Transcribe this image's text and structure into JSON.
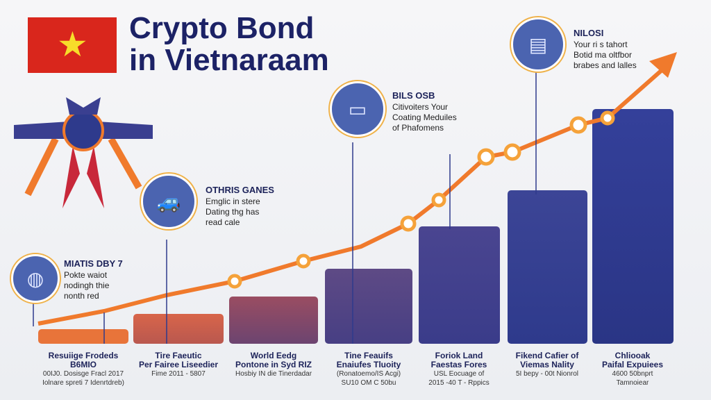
{
  "title_line1": "Crypto Bond",
  "title_line2": "in Vietnaraam",
  "notes": [
    {
      "heading": "MIATIS DBY 7",
      "lines": [
        "Pokte waiot",
        "nodingh thie",
        "nonth red"
      ]
    },
    {
      "heading": "OTHRIS GANES",
      "lines": [
        "Emglic in stere",
        "Dating thg has",
        "read cale"
      ]
    },
    {
      "heading": "BILS OSB",
      "lines": [
        "Citivoiters Your",
        "Coating Meduiles",
        "of Phafomens"
      ]
    },
    {
      "heading": "NILOSI",
      "lines": [
        "Your ri s tahort",
        "Botid ma oltfbor",
        "brabes and lalles"
      ]
    }
  ],
  "captions": [
    {
      "title": [
        "Resuiige Frodeds",
        "B6MIO"
      ],
      "sub": [
        "00IJ0. Dosisge Fracl 2017",
        "Iolnare spreti 7 Idenrtdreb)"
      ]
    },
    {
      "title": [
        "Tire Faeutic",
        "Per Fairee Liseedier"
      ],
      "sub": [
        "Fime 2011 - 5807"
      ]
    },
    {
      "title": [
        "World Eedg",
        "Pontone in Syd RIZ"
      ],
      "sub": [
        "Hosbiy IN die Tinerdadar"
      ]
    },
    {
      "title": [
        "Tine Feauifs",
        "Enaiufes Tluoity"
      ],
      "sub": [
        "(Ronatoemo/IS Acgi)",
        "SU10 OM C 50bu"
      ]
    },
    {
      "title": [
        "Foriok Land",
        "Faestas Fores"
      ],
      "sub": [
        "USL Eocuage of",
        "2015 -40 T - Rppics"
      ]
    },
    {
      "title": [
        "Fikend Cafier of",
        "Viemas Nality"
      ],
      "sub": [
        "5I bepy - 00t Nionrol"
      ]
    },
    {
      "title": [
        "Chliooak",
        "Paifal Expuiees"
      ],
      "sub": [
        "4600 50bnprt",
        "Tamnoiear"
      ]
    }
  ],
  "colors": {
    "accent": "#f07a2c",
    "navy": "#2e3a8c",
    "flag_red": "#d9261c",
    "star": "#f7dd2a"
  }
}
